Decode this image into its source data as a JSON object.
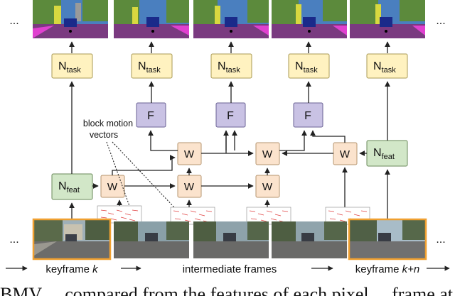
{
  "labels": {
    "ellipsis": "...",
    "n_main": "N",
    "task_sub": "task",
    "feat_sub": "feat",
    "f_box": "F",
    "w_box": "W",
    "bmv_annotation_line1": "block motion",
    "bmv_annotation_line2": "vectors",
    "keyframe_k": "keyframe",
    "keyframe_k_var": "k",
    "intermediate": "intermediate frames",
    "keyframe_kn": "keyframe",
    "keyframe_kn_var": "k+n",
    "caption_fragment": "BMV ... compared from the features of each pixel ... frame at"
  },
  "colors": {
    "task_box": "#fff2c0",
    "task_border": "#a89a54",
    "feat_box": "#d2e7c8",
    "feat_border": "#6a8a5a",
    "f_box": "#c9c2e4",
    "f_border": "#6a6294",
    "w_box": "#fbe3cd",
    "w_border": "#b6956f",
    "keyframe_border": "#f0a030",
    "arrow": "#222222",
    "seg_sky": "#4a7fbf",
    "seg_road": "#7a3a80",
    "seg_veg": "#5c8a3c",
    "seg_car": "#1a2a8a",
    "mv_red": "#e04040"
  }
}
